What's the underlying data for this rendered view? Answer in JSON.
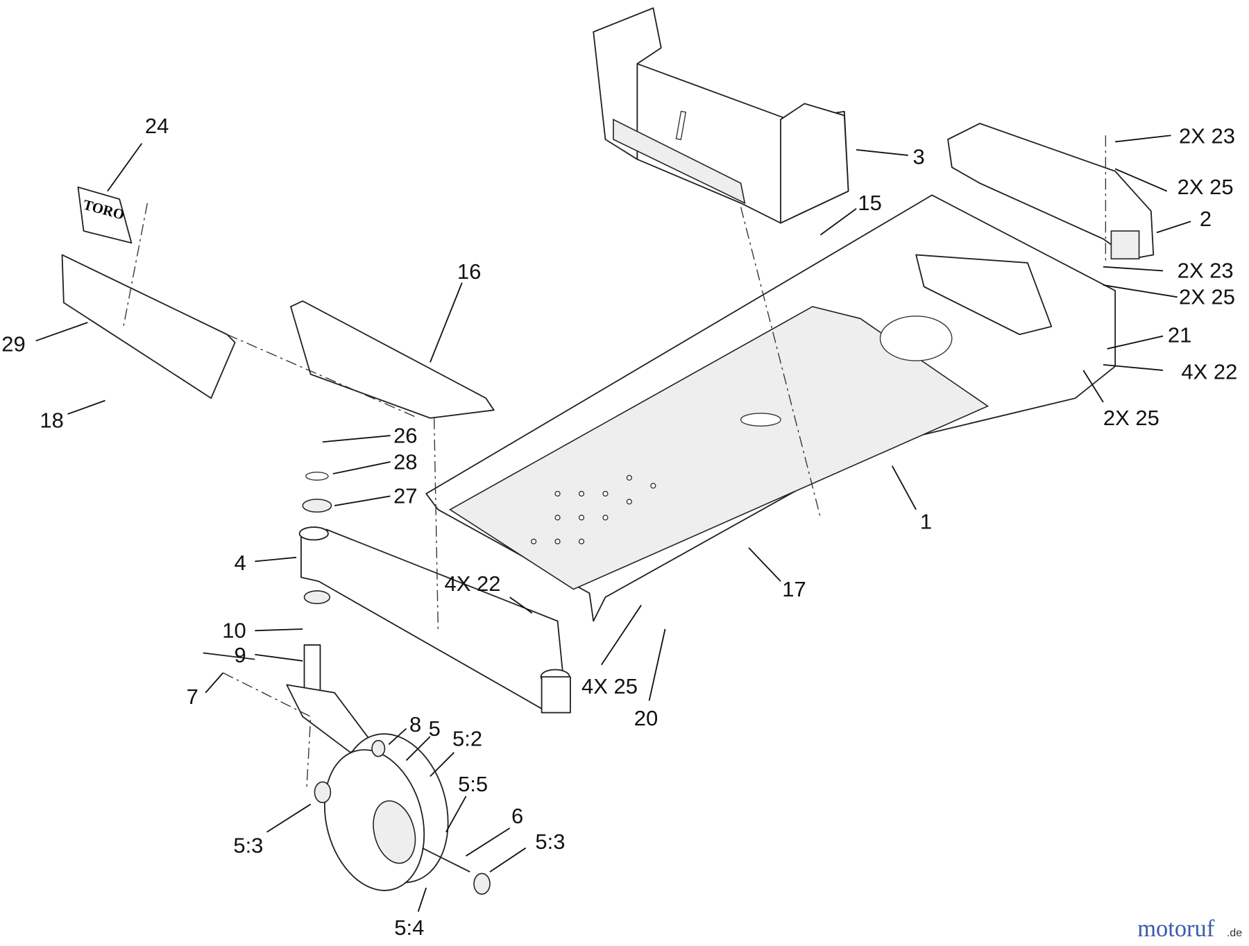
{
  "callouts": [
    "24",
    "3",
    "2X 23",
    "2X 25",
    "15",
    "2",
    "16",
    "2X 23",
    "2X 25",
    "29",
    "21",
    "4X 22",
    "18",
    "2X 25",
    "26",
    "28",
    "27",
    "1",
    "4",
    "4X 22",
    "17",
    "10",
    "9",
    "4X 25",
    "20",
    "7",
    "8",
    "5",
    "5:2",
    "5:5",
    "6",
    "5:3",
    "5:3",
    "5:4"
  ],
  "logo_text": "TORO",
  "watermark": {
    "text": "motoruf",
    "suffix": ".de",
    "colors": [
      "#3b5bab",
      "#3a9a3a",
      "#d9489a",
      "#2f7fbf",
      "#d43a2a",
      "#e0a020",
      "#f0b020"
    ]
  }
}
